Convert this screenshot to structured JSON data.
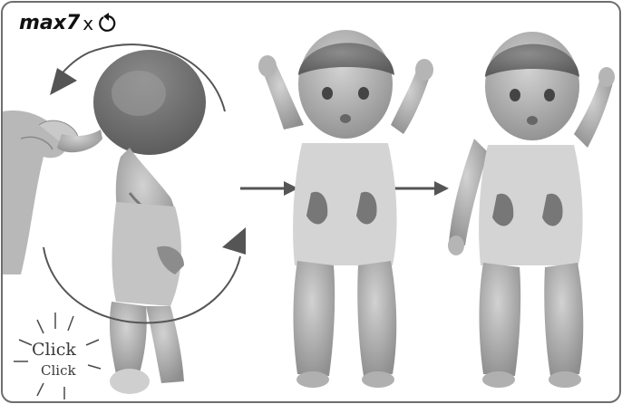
{
  "instruction": {
    "count": "max7",
    "multiplier": "x",
    "rotate_icon": "rotate-ccw-icon"
  },
  "sound_effects": [
    "Click",
    "Click"
  ],
  "colors": {
    "frame": "#6e6e6e",
    "doll_skin": "#a8a8a8",
    "arrow": "#555555"
  }
}
